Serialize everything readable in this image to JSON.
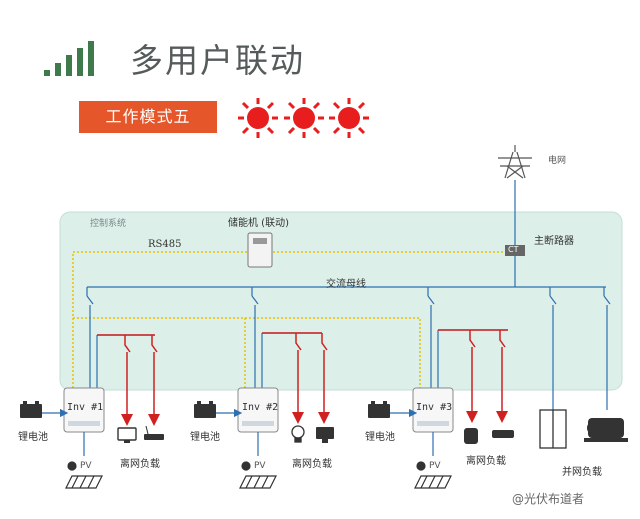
{
  "header": {
    "title": "多用户联动",
    "mode_label": "工作模式五",
    "signal_icon": "signal-bars-icon",
    "sun_icon": "sun-icon",
    "sun_count": 3,
    "accent_color": "#e5572b",
    "sun_color": "#e81e1e"
  },
  "diagram": {
    "grid_label": "电网",
    "control_system_label": "控制系统",
    "storage_label": "储能机 (联动)",
    "rs485_label": "RS485",
    "main_breaker_label": "主断路器",
    "ct_label": "CT",
    "ac_bus_label": "交流母线",
    "inverters": [
      {
        "id": "Inv #1",
        "battery_label": "锂电池",
        "load_label": "离网负载",
        "pv_label": "PV"
      },
      {
        "id": "Inv #2",
        "battery_label": "锂电池",
        "load_label": "离网负载",
        "pv_label": "PV"
      },
      {
        "id": "Inv #3",
        "battery_label": "锂电池",
        "load_label": "离网负载",
        "pv_label": "PV"
      }
    ],
    "grid_load_label": "并网负载",
    "panel_color": "#dcefe9",
    "line_color": "#2d6fb0",
    "arrow_color": "#d12020",
    "signal_color": "#e8c200"
  },
  "watermark": "@光伏布道者"
}
